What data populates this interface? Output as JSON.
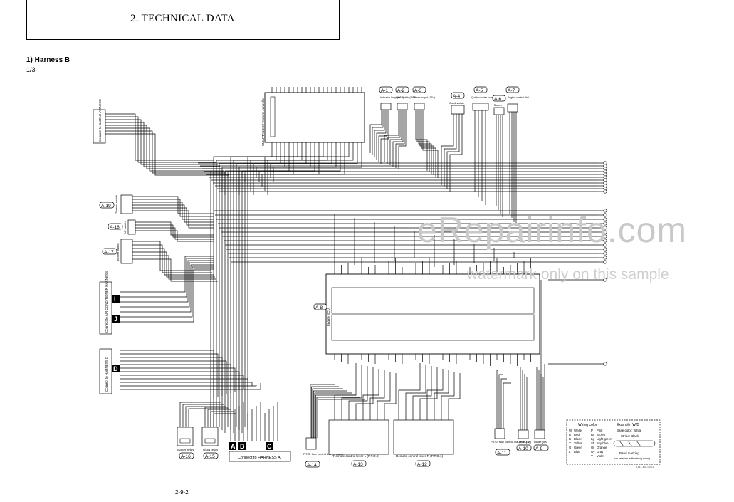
{
  "page": {
    "title": "2. TECHNICAL DATA",
    "section_title": "1)  Harness B",
    "section_sub": "1/3",
    "page_number": "2-9-2",
    "watermark": "eRepairinfo.com",
    "watermark_sub": "watermark only on this sample",
    "drawing_no": "0141-BM-0001"
  },
  "connectors": {
    "a1": {
      "tag": "A-1",
      "name": "Indicator lamp (VCE)"
    },
    "a2": {
      "tag": "A-2",
      "name": "Seat switch (VCE)"
    },
    "a3": {
      "tag": "A-3",
      "name": "Power output (12V)"
    },
    "a4": {
      "tag": "A-4",
      "name": "Cutoff switch"
    },
    "a5": {
      "tag": "A-5",
      "name": "Quick coupler controller"
    },
    "a6": {
      "tag": "A-6",
      "name": "Buzzer"
    },
    "a7": {
      "tag": "A-7",
      "name": "Engine control dial"
    },
    "a8": {
      "tag": "A-8",
      "name": "Engine ECU"
    },
    "a9": {
      "tag": "A-9",
      "name": "Diode (5A)"
    },
    "a10": {
      "tag": "A-10",
      "name": "Diode (3A)"
    },
    "a11": {
      "tag": "A-11",
      "name": "P.T.O. flow control dial (P.T.O.1)"
    },
    "a12": {
      "tag": "A-12",
      "name": "Remote control lever R (P.T.O.1)"
    },
    "a13": {
      "tag": "A-13",
      "name": "Remote control lever L (P.T.O.2)"
    },
    "a14": {
      "tag": "A-14",
      "name": "P.T.O. flow control dial (P.T.O.2)"
    },
    "a15": {
      "tag": "A-15",
      "name": "Glow relay"
    },
    "a16": {
      "tag": "A-16",
      "name": "Starter relay"
    },
    "a17": {
      "tag": "A-17",
      "name": "Blower switch"
    },
    "a18": {
      "tag": "A-18",
      "name": "AC switch"
    },
    "a19": {
      "tag": "A-19",
      "name": "Thermo switch"
    },
    "remote": {
      "name": "SMARTASSIST Remote controller"
    }
  },
  "external": {
    "cabin": "Connect to CABIN HARNESS",
    "aircon": "Connect to AIR CONDITIONER HARNESS",
    "harness_d": "Connect to HARNESS D",
    "harness_a": "Connect to HARNESS A",
    "letter_i": "I",
    "letter_j": "J",
    "letter_d": "D",
    "letter_a": "A",
    "letter_b": "B",
    "letter_c": "C"
  },
  "legend": {
    "title": "Wiring color",
    "example_title": "Example: W/B",
    "base_label": "Base color: White",
    "stripe_label": "Stripe: Black",
    "band_label": "Band marking",
    "band_note": "(no relation with wiring color)",
    "colors": [
      {
        "code": "W",
        "name": "White",
        "code2": "P",
        "name2": "Pink"
      },
      {
        "code": "R",
        "name": "Red",
        "code2": "Br",
        "name2": "Brown"
      },
      {
        "code": "B",
        "name": "Black",
        "code2": "Lg",
        "name2": "Light green"
      },
      {
        "code": "Y",
        "name": "Yellow",
        "code2": "Sb",
        "name2": "Sky blue"
      },
      {
        "code": "G",
        "name": "Green",
        "code2": "Or",
        "name2": "Orange"
      },
      {
        "code": "L",
        "name": "Blue",
        "code2": "Gy",
        "name2": "Gray"
      },
      {
        "code": "",
        "name": "",
        "code2": "V",
        "name2": "Violet"
      }
    ]
  }
}
